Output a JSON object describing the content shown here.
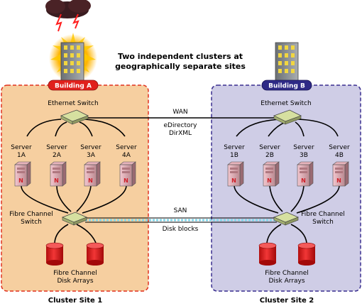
{
  "title_lines": [
    "Two independent clusters at",
    "geographically separate sites"
  ],
  "site_a": {
    "building": "Building A",
    "switch": "Ethernet Switch",
    "servers": [
      {
        "top": "Server",
        "bottom": "1A"
      },
      {
        "top": "Server",
        "bottom": "2A"
      },
      {
        "top": "Server",
        "bottom": "3A"
      },
      {
        "top": "Server",
        "bottom": "4A"
      }
    ],
    "fc_switch": [
      "Fibre Channel",
      "Switch"
    ],
    "disks": [
      "Fibre Channel",
      "Disk Arrays"
    ],
    "caption": "Cluster Site 1"
  },
  "site_b": {
    "building": "Building B",
    "switch": "Ethernet Switch",
    "servers": [
      {
        "top": "Server",
        "bottom": "1B"
      },
      {
        "top": "Server",
        "bottom": "2B"
      },
      {
        "top": "Server",
        "bottom": "3B"
      },
      {
        "top": "Server",
        "bottom": "4B"
      }
    ],
    "fc_switch": [
      "Fibre Channel",
      "Switch"
    ],
    "disks": [
      "Fibre Channel",
      "Disk Arrays"
    ],
    "caption": "Cluster Site 2"
  },
  "wan": {
    "label": "WAN",
    "sub1": "eDirectory",
    "sub2": "DirXML"
  },
  "san": {
    "label": "SAN",
    "sub": "Disk blocks"
  },
  "server_logo": "N",
  "colors": {
    "site_a_fill": "#f6cfa0",
    "site_a_border": "#e0301e",
    "site_b_fill": "#cfcde6",
    "site_b_border": "#3a2f8f",
    "pill_a": "#e0201c",
    "pill_b": "#2e2a86",
    "disk": "#e01818",
    "san_line": "#7fd6e8"
  }
}
